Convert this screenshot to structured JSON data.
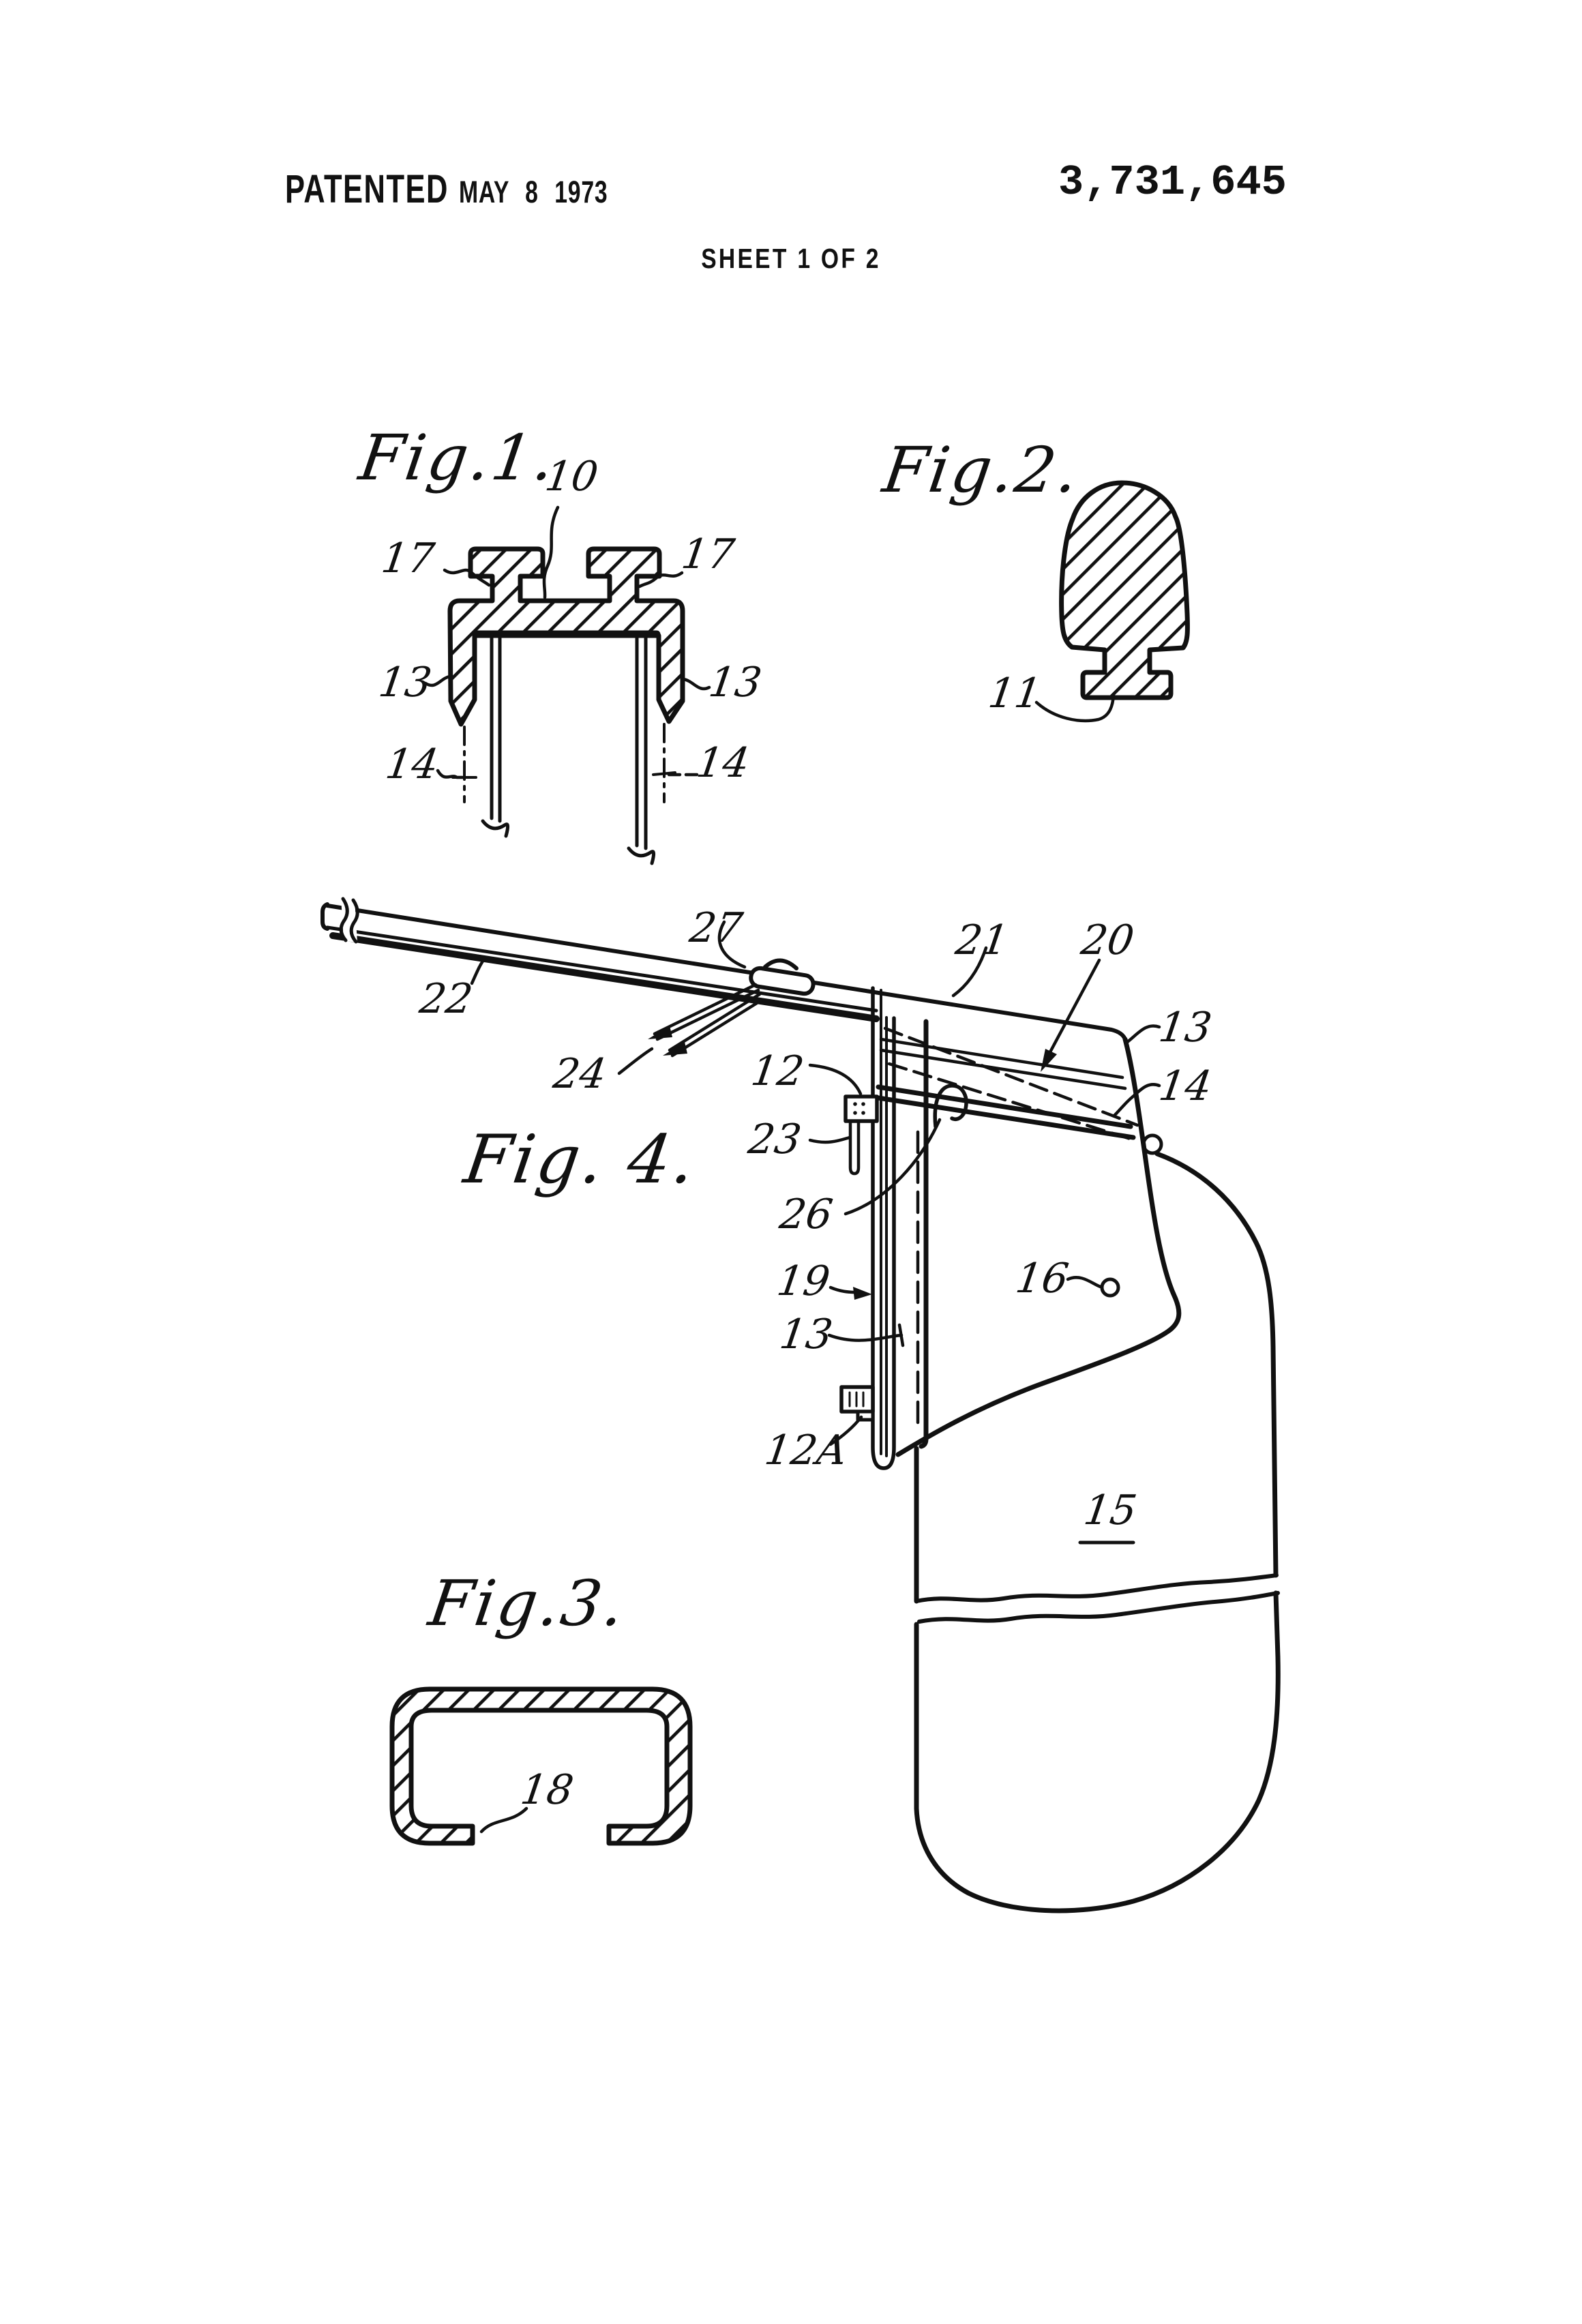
{
  "header": {
    "patented_label": "PATENTED",
    "patent_date": "MAY 8 1973",
    "patent_number": "3,731,645",
    "sheet_info": "SHEET 1 OF 2"
  },
  "figures": {
    "fig1": {
      "caption": "Fig.1.",
      "labels": {
        "n10": "10",
        "n17": "17",
        "n13": "13",
        "n14": "14"
      }
    },
    "fig2": {
      "caption": "Fig.2.",
      "labels": {
        "n11": "11"
      }
    },
    "fig3": {
      "caption": "Fig.3.",
      "labels": {
        "n18": "18"
      }
    },
    "fig4": {
      "caption": "Fig. 4.",
      "labels": {
        "n12": "12",
        "n12a": "12A",
        "n13": "13",
        "n14": "14",
        "n15": "15",
        "n16": "16",
        "n19": "19",
        "n20": "20",
        "n21": "21",
        "n22": "22",
        "n23": "23",
        "n24": "24",
        "n26": "26",
        "n27": "27"
      }
    }
  }
}
